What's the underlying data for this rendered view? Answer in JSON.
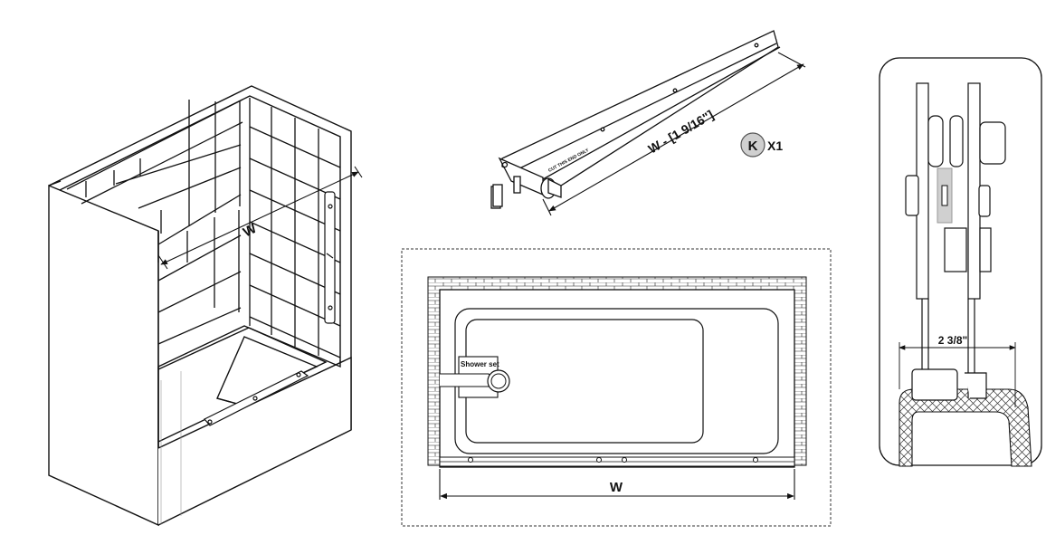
{
  "labels": {
    "width_iso": "W",
    "rail_formula": "W - [1 9/16\"]",
    "part_letter": "K",
    "part_qty": "X1",
    "rail_stamp": "CUT THIS END ONLY",
    "shower_set": "Shower set",
    "width_plan": "W",
    "clearance": "2 3/8\""
  },
  "colors": {
    "line": "#111111",
    "part_badge": "#cfcfcf",
    "inset_stripe": "#d0d0d0"
  }
}
